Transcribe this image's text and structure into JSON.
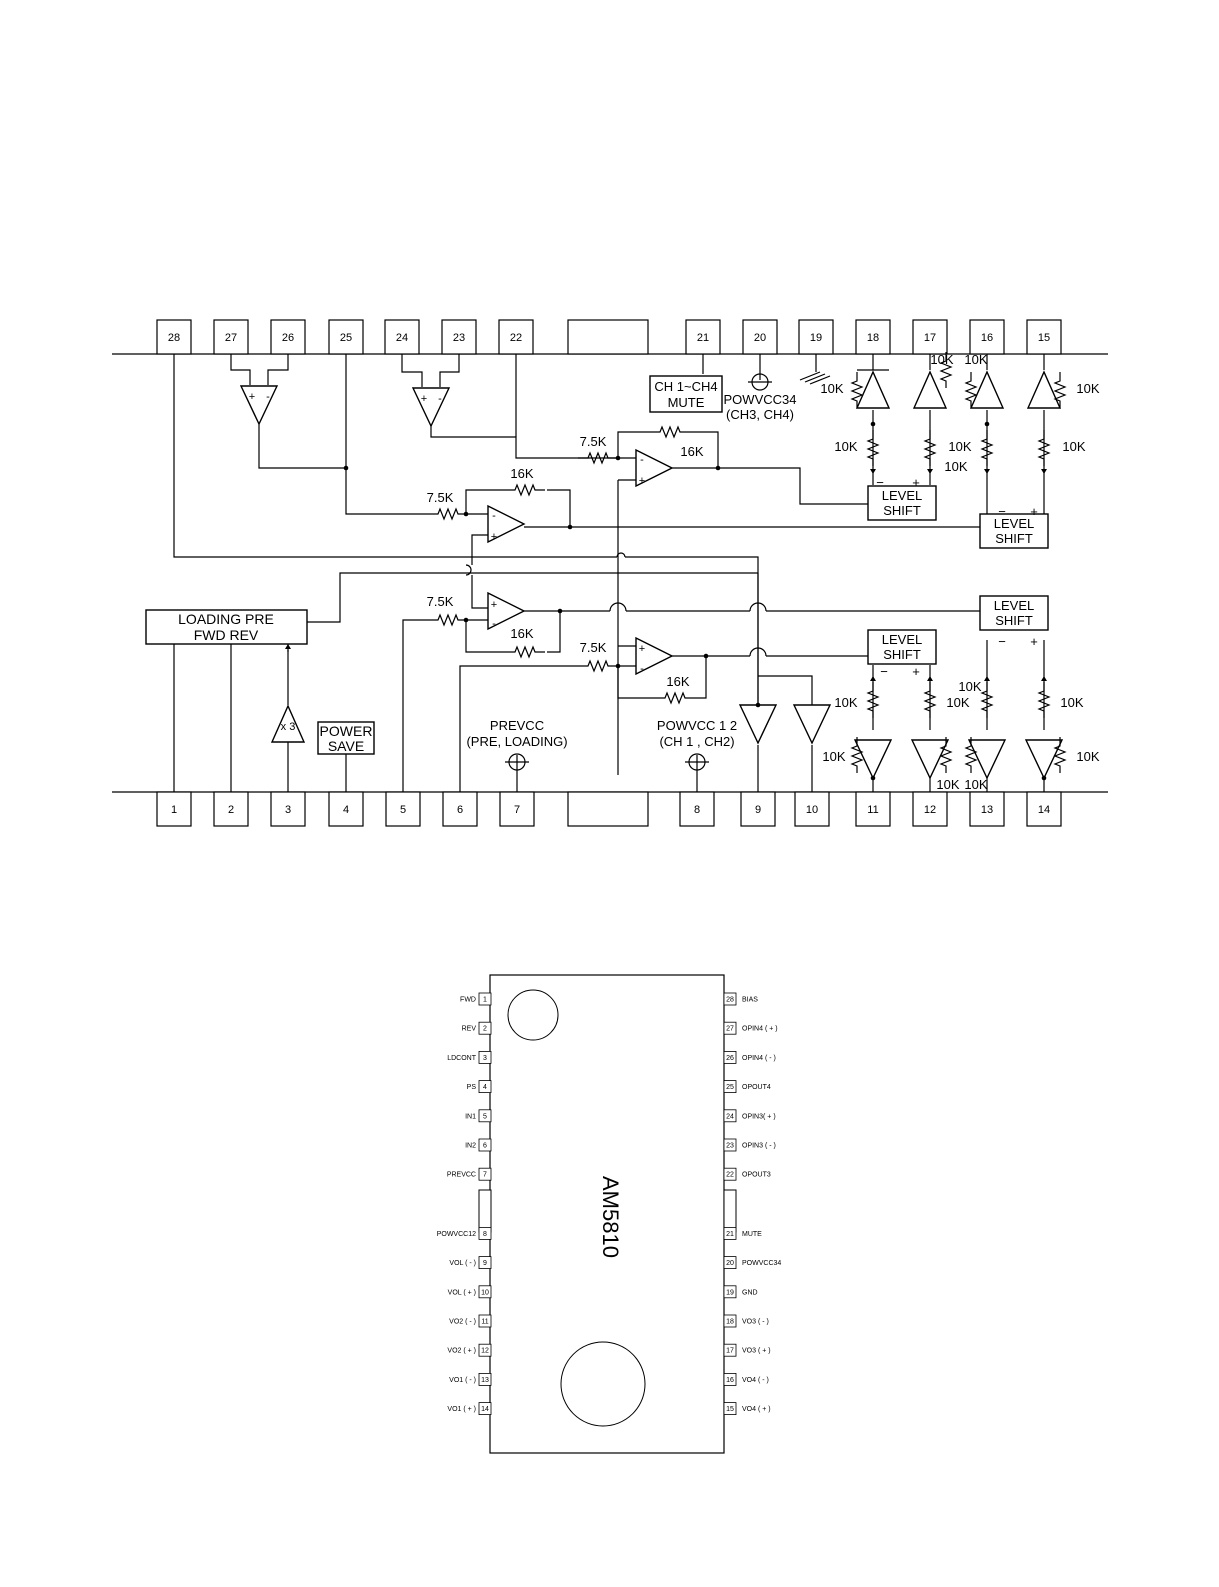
{
  "block_diagram": {
    "top_pins": [
      "28",
      "27",
      "26",
      "25",
      "24",
      "23",
      "22",
      "21",
      "20",
      "19",
      "18",
      "17",
      "16",
      "15"
    ],
    "bottom_pins": [
      "1",
      "2",
      "3",
      "4",
      "5",
      "6",
      "7",
      "8",
      "9",
      "10",
      "11",
      "12",
      "13",
      "14"
    ],
    "blocks": {
      "mute": [
        "CH 1~CH4",
        "MUTE"
      ],
      "loading": [
        "LOADING PRE",
        "FWD REV"
      ],
      "power_save": [
        "POWER",
        "SAVE"
      ],
      "level_shift": [
        "LEVEL",
        "SHIFT"
      ]
    },
    "labels": {
      "powvcc34": [
        "POWVCC34",
        "(CH3, CH4)"
      ],
      "prevcc": [
        "PREVCC",
        "(PRE, LOADING)"
      ],
      "powvcc12": [
        "POWVCC 1 2",
        "(CH 1 , CH2)"
      ],
      "gain": "x 3",
      "r_in": "7.5K",
      "r_fb": "16K",
      "r_10k": "10K",
      "plus": "+",
      "minus": "-",
      "minus_wide": "−"
    }
  },
  "pinout": {
    "chip_name": "AM5810",
    "left_pins": [
      {
        "num": "1",
        "name": "FWD"
      },
      {
        "num": "2",
        "name": "REV"
      },
      {
        "num": "3",
        "name": "LDCONT"
      },
      {
        "num": "4",
        "name": "PS"
      },
      {
        "num": "5",
        "name": "IN1"
      },
      {
        "num": "6",
        "name": "IN2"
      },
      {
        "num": "7",
        "name": "PREVCC"
      },
      {
        "num": "8",
        "name": "POWVCC12"
      },
      {
        "num": "9",
        "name": "VOL ( - )"
      },
      {
        "num": "10",
        "name": "VOL ( + )"
      },
      {
        "num": "11",
        "name": "VO2 ( - )"
      },
      {
        "num": "12",
        "name": "VO2 ( + )"
      },
      {
        "num": "13",
        "name": "VO1 ( - )"
      },
      {
        "num": "14",
        "name": "VO1 ( + )"
      }
    ],
    "right_pins": [
      {
        "num": "28",
        "name": "BIAS"
      },
      {
        "num": "27",
        "name": "OPIN4 ( + )"
      },
      {
        "num": "26",
        "name": "OPIN4 ( - )"
      },
      {
        "num": "25",
        "name": "OPOUT4"
      },
      {
        "num": "24",
        "name": "OPIN3( + )"
      },
      {
        "num": "23",
        "name": "OPIN3 ( - )"
      },
      {
        "num": "22",
        "name": "OPOUT3"
      },
      {
        "num": "21",
        "name": "MUTE"
      },
      {
        "num": "20",
        "name": "POWVCC34"
      },
      {
        "num": "19",
        "name": "GND"
      },
      {
        "num": "18",
        "name": "VO3 ( - )"
      },
      {
        "num": "17",
        "name": "VO3 ( + )"
      },
      {
        "num": "16",
        "name": "VO4 ( - )"
      },
      {
        "num": "15",
        "name": "VO4 ( + )"
      }
    ]
  }
}
